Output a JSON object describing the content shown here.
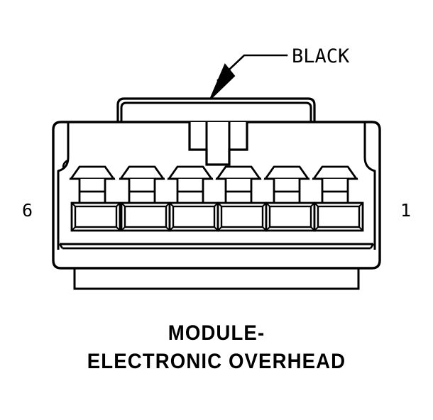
{
  "diagram": {
    "kind": "automotive-connector-face-view",
    "stroke_color": "#000000",
    "background_color": "#ffffff",
    "wire_callout": {
      "label": "BLACK",
      "icon": "arrow-pointer-icon",
      "points_to": "connector-hood-top-edge"
    },
    "pin_numbering": {
      "left_label": "6",
      "right_label": "1",
      "cavity_count": 6,
      "order": "right-to-left"
    },
    "cavities": [
      {
        "index": 1,
        "pin": "1"
      },
      {
        "index": 2,
        "pin": "2"
      },
      {
        "index": 3,
        "pin": "3"
      },
      {
        "index": 4,
        "pin": "4"
      },
      {
        "index": 5,
        "pin": "5"
      },
      {
        "index": 6,
        "pin": "6"
      }
    ],
    "caption": {
      "line1": "MODULE-",
      "line2": "ELECTRONIC OVERHEAD"
    },
    "parts": {
      "hood": "connector-hood",
      "latch": "latch-tab",
      "shell": "connector-shell",
      "boot": "connector-boot"
    }
  }
}
